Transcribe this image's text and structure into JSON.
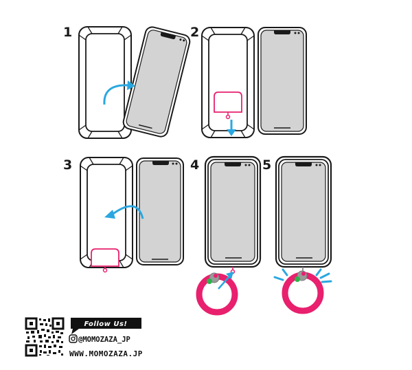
{
  "steps": [
    {
      "number": "1"
    },
    {
      "number": "2"
    },
    {
      "number": "3"
    },
    {
      "number": "4"
    },
    {
      "number": "5"
    }
  ],
  "footer": {
    "follow_label": "Follow Us!",
    "instagram_handle": "@MOMOZAZA_JP",
    "website": "WWW.MOMOZAZA.JP"
  },
  "colors": {
    "outline": "#1a1a1a",
    "screen": "#d3d3d3",
    "arrow": "#2aa7e0",
    "pink": "#e8206e",
    "green": "#2db34a",
    "grey_ring": "#9a9a9a"
  },
  "icons": [
    "qr-code-icon",
    "instagram-icon",
    "curved-arrow-icon",
    "strap-ring-icon",
    "click-burst-icon"
  ]
}
